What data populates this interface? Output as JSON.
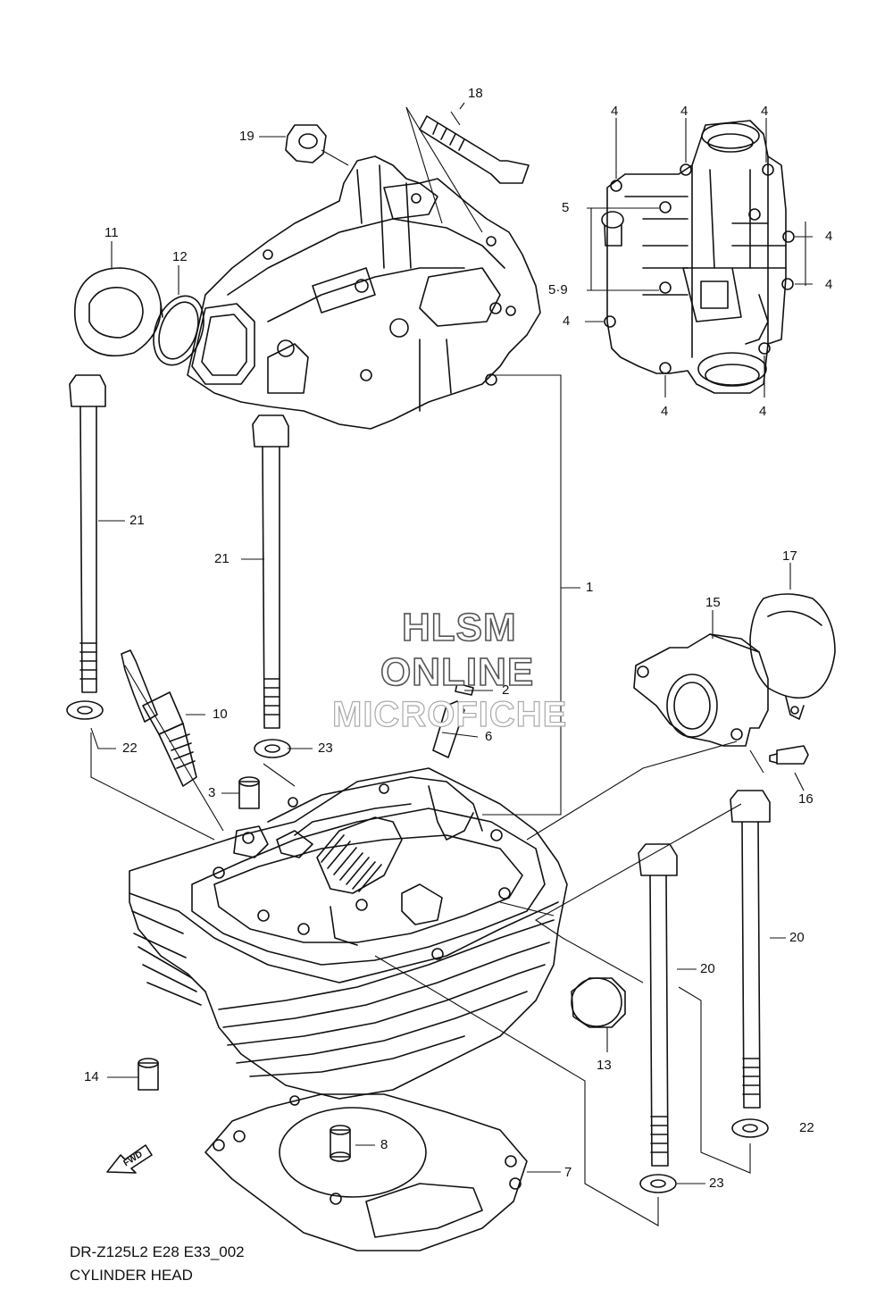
{
  "labels": {
    "l1": "1",
    "l2": "2",
    "l3": "3",
    "l4a": "4",
    "l4b": "4",
    "l4c": "4",
    "l4d": "4",
    "l4e": "4",
    "l4f": "4",
    "l4g": "4",
    "l4h": "4",
    "l5": "5",
    "l59": "5·9",
    "l6": "6",
    "l7": "7",
    "l8": "8",
    "l10": "10",
    "l11": "11",
    "l12": "12",
    "l13": "13",
    "l14": "14",
    "l15": "15",
    "l16": "16",
    "l17": "17",
    "l18": "18",
    "l19": "19",
    "l20a": "20",
    "l20b": "20",
    "l21a": "21",
    "l21b": "21",
    "l22a": "22",
    "l22b": "22",
    "l23a": "23",
    "l23b": "23"
  },
  "watermark": {
    "line1": "HLSM",
    "line2": "ONLINE",
    "line3": "MICROFICHE"
  },
  "footer": {
    "code": "DR-Z125L2 E28 E33_002",
    "title": "CYLINDER HEAD"
  },
  "fwd_label": "FWD"
}
